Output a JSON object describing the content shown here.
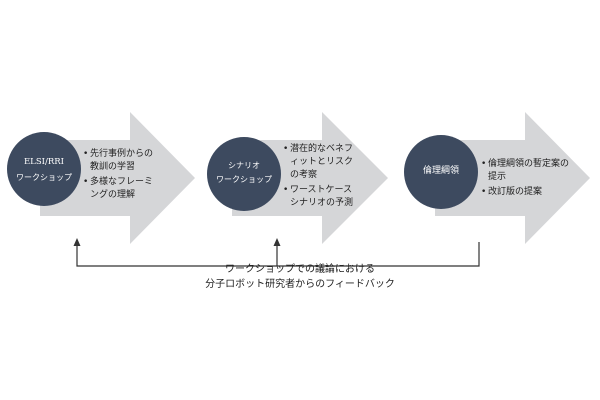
{
  "stages": [
    {
      "circle_lines": [
        "ELSI/RRI",
        "ワークショップ"
      ],
      "bullets": [
        "先行事例からの教訓の学習",
        "多様なフレーミングの理解"
      ]
    },
    {
      "circle_lines": [
        "シナリオ",
        "ワークショップ"
      ],
      "bullets": [
        "潜在的なベネフィットとリスクの考察",
        "ワーストケースシナリオの予測"
      ]
    },
    {
      "circle_lines": [
        "倫理綱領"
      ],
      "bullets": [
        "倫理綱領の暫定案の提示",
        "改訂版の提案"
      ]
    }
  ],
  "feedback": {
    "line1": "ワークショップでの議論における",
    "line2": "分子ロボット研究者からのフィードバック"
  },
  "colors": {
    "circle": "#3d4a5f",
    "arrow": "#d5d6d8",
    "text": "#222222"
  }
}
